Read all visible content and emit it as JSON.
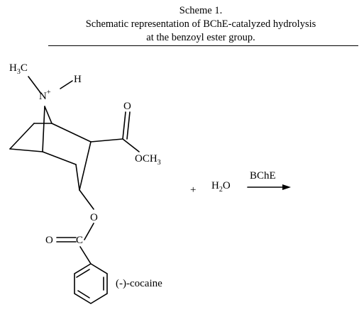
{
  "caption": {
    "line1": "Scheme 1.",
    "line2": "Schematic representation of BChE-catalyzed hydrolysis",
    "line3": "at the benzoyl ester group."
  },
  "molecule": {
    "methyl_label": "H",
    "methyl_sub": "3",
    "methyl_c": "C",
    "nitrogen": "N",
    "nitrogen_charge": "+",
    "hydrogen": "H",
    "carbonyl_o": "O",
    "methoxy_o": "OCH",
    "methoxy_sub": "3",
    "ester_o": "O",
    "benzoyl_o": "O",
    "benzoyl_c": "C",
    "name": "(-)-cocaine"
  },
  "reaction": {
    "plus": "+",
    "water_h": "H",
    "water_sub": "2",
    "water_o": "O",
    "enzyme": "BChE"
  }
}
